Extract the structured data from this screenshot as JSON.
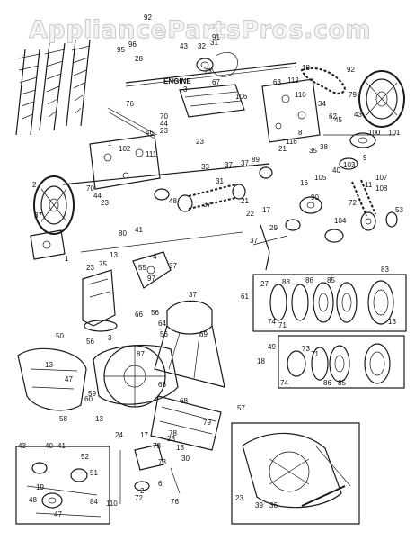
{
  "watermark": "AppliancePartsPros.com",
  "engine_label": "ENGINE",
  "part_numbers": [
    "92",
    "91",
    "96",
    "43",
    "32",
    "31",
    "95",
    "28",
    "73",
    "18",
    "92",
    "3",
    "67",
    "106",
    "63",
    "112",
    "110",
    "76",
    "70",
    "44",
    "23",
    "46",
    "23",
    "34",
    "62",
    "43",
    "100",
    "101",
    "79",
    "45",
    "8",
    "9",
    "1",
    "102",
    "111",
    "37",
    "37",
    "89",
    "21",
    "116",
    "35",
    "38",
    "40",
    "103",
    "107",
    "108",
    "11",
    "53",
    "72",
    "104",
    "70",
    "44",
    "23",
    "2",
    "37",
    "33",
    "31",
    "37",
    "48",
    "16",
    "105",
    "90",
    "17",
    "22",
    "21",
    "29",
    "80",
    "41",
    "13",
    "37",
    "75",
    "1",
    "23",
    "97",
    "55",
    "4",
    "37",
    "56",
    "37",
    "61",
    "27",
    "88",
    "86",
    "85",
    "83",
    "74",
    "71",
    "13",
    "49",
    "18",
    "66",
    "64",
    "87",
    "13",
    "47",
    "50",
    "56",
    "3",
    "69",
    "73",
    "71",
    "74",
    "86",
    "85",
    "58",
    "59",
    "60",
    "56",
    "13",
    "68",
    "66",
    "57",
    "13",
    "79",
    "78",
    "24",
    "17",
    "23",
    "39",
    "36",
    "43",
    "40",
    "41",
    "52",
    "51",
    "19",
    "48",
    "47",
    "84",
    "110",
    "73",
    "30",
    "73",
    "2",
    "72",
    "23",
    "6",
    "76"
  ]
}
